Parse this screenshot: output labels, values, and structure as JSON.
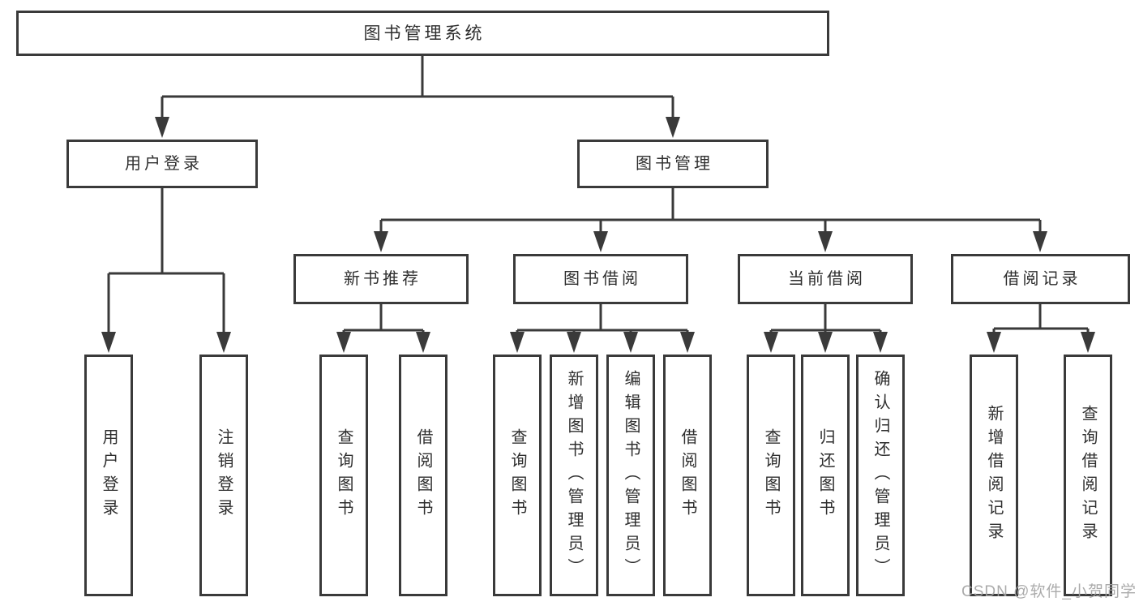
{
  "diagram": {
    "title": "图书管理系统",
    "type": "function-structure-tree",
    "colors": {
      "line": "#3a3a3a",
      "text": "#2e2e2e",
      "box_background": "#ffffff",
      "watermark": "#a3a3a3"
    },
    "watermark": "CSDN @软件_小贺同学",
    "nodes": {
      "root": {
        "label": "图书管理系统"
      },
      "user_login": {
        "label": "用户登录"
      },
      "book_mgmt": {
        "label": "图书管理"
      },
      "new_book_rec": {
        "label": "新书推荐"
      },
      "book_borrow": {
        "label": "图书借阅"
      },
      "current_borrow": {
        "label": "当前借阅"
      },
      "borrow_records": {
        "label": "借阅记录"
      },
      "login_leaf": {
        "label": "用户登录"
      },
      "logout_leaf": {
        "label": "注销登录"
      },
      "rec_query_book": {
        "label": "查询图书"
      },
      "rec_borrow_book": {
        "label": "借阅图书"
      },
      "borrow_query_book": {
        "label": "查询图书"
      },
      "borrow_add_book": {
        "label": "新增图书（管理员）"
      },
      "borrow_edit_book": {
        "label": "编辑图书（管理员）"
      },
      "borrow_borrow_book": {
        "label": "借阅图书"
      },
      "current_query_book": {
        "label": "查询图书"
      },
      "current_return_book": {
        "label": "归还图书"
      },
      "current_confirm_return": {
        "label": "确认归还（管理员）"
      },
      "records_add_record": {
        "label": "新增借阅记录"
      },
      "records_query_record": {
        "label": "查询借阅记录"
      }
    },
    "edges": [
      [
        "root",
        "user_login"
      ],
      [
        "root",
        "book_mgmt"
      ],
      [
        "user_login",
        "login_leaf"
      ],
      [
        "user_login",
        "logout_leaf"
      ],
      [
        "book_mgmt",
        "new_book_rec"
      ],
      [
        "book_mgmt",
        "book_borrow"
      ],
      [
        "book_mgmt",
        "current_borrow"
      ],
      [
        "book_mgmt",
        "borrow_records"
      ],
      [
        "new_book_rec",
        "rec_query_book"
      ],
      [
        "new_book_rec",
        "rec_borrow_book"
      ],
      [
        "book_borrow",
        "borrow_query_book"
      ],
      [
        "book_borrow",
        "borrow_add_book"
      ],
      [
        "book_borrow",
        "borrow_edit_book"
      ],
      [
        "book_borrow",
        "borrow_borrow_book"
      ],
      [
        "current_borrow",
        "current_query_book"
      ],
      [
        "current_borrow",
        "current_return_book"
      ],
      [
        "current_borrow",
        "current_confirm_return"
      ],
      [
        "borrow_records",
        "records_add_record"
      ],
      [
        "borrow_records",
        "records_query_record"
      ]
    ]
  }
}
